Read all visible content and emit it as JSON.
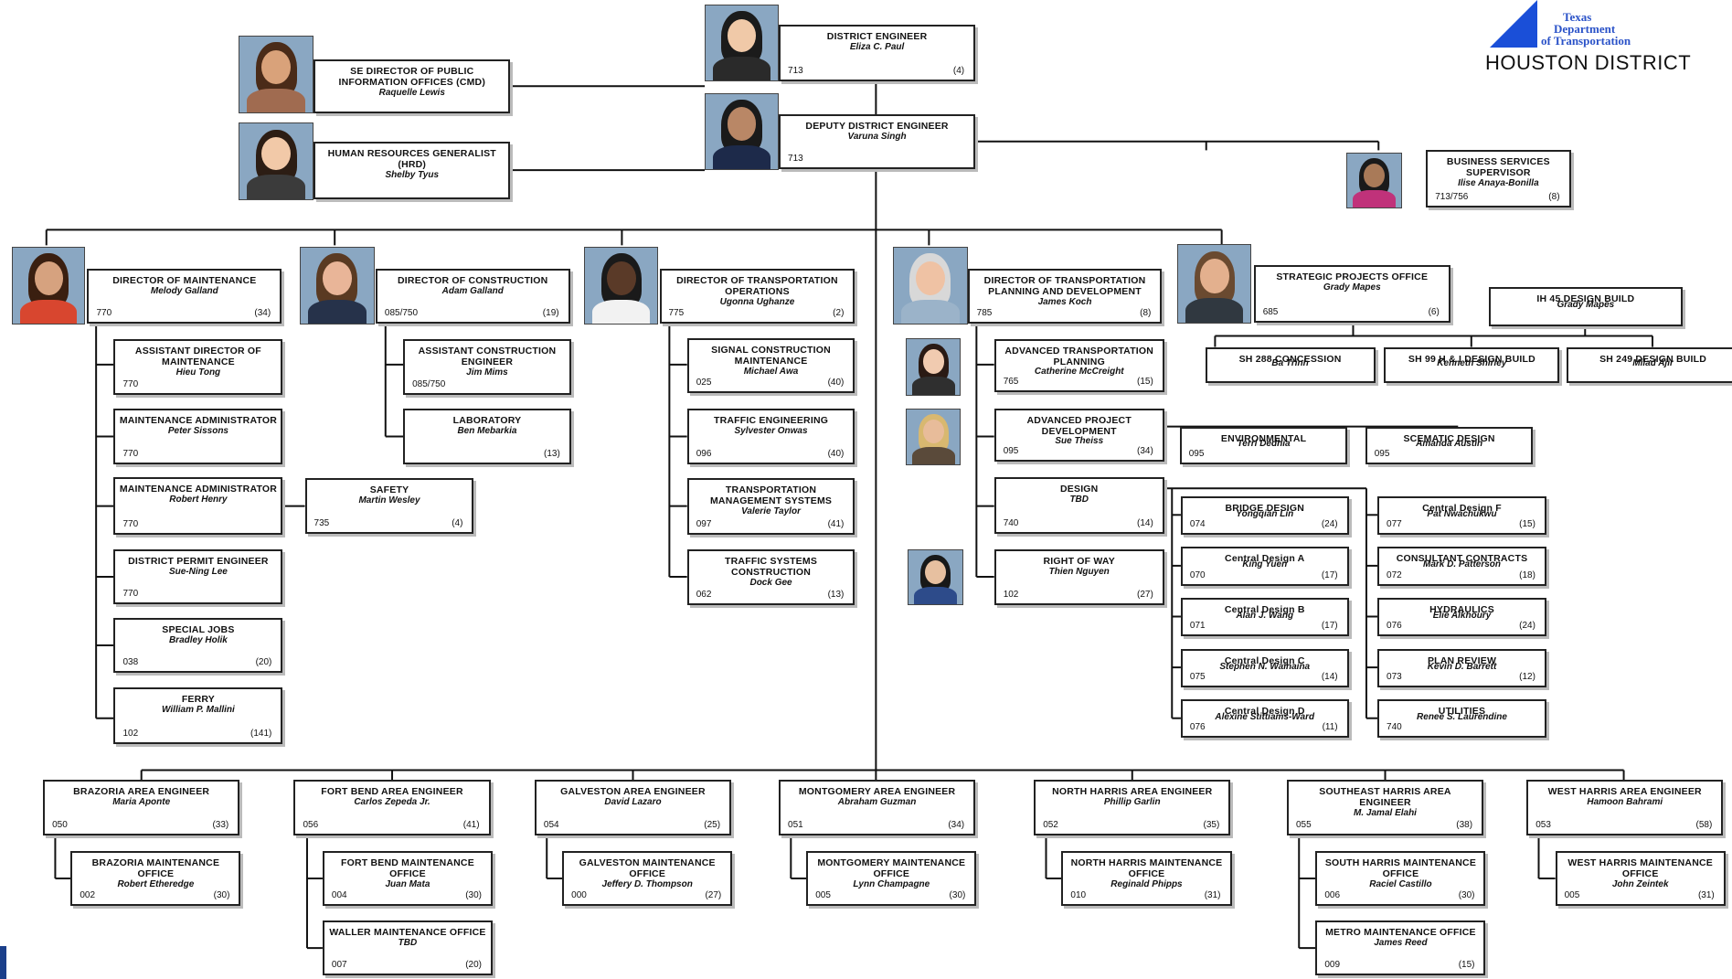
{
  "header": {
    "logo_line1": "Texas",
    "logo_line2": "Department",
    "logo_line3": "of Transportation",
    "district": "HOUSTON DISTRICT"
  },
  "colors": {
    "line": "#111111",
    "logo_blue": "#1a4fd8",
    "box_border": "#222222"
  },
  "boxes": {
    "de": {
      "title": "DISTRICT ENGINEER",
      "name": "Eliza C. Paul",
      "code": "713",
      "count": "(4)"
    },
    "pio": {
      "title": "SE DIRECTOR OF PUBLIC INFORMATION OFFICES (CMD)",
      "name": "Raquelle Lewis",
      "code": "",
      "count": ""
    },
    "hr": {
      "title": "HUMAN RESOURCES GENERALIST (HRD)",
      "name": "Shelby Tyus",
      "code": "",
      "count": ""
    },
    "dde": {
      "title": "DEPUTY DISTRICT ENGINEER",
      "name": "Varuna Singh",
      "code": "713",
      "count": ""
    },
    "bss": {
      "title": "BUSINESS SERVICES SUPERVISOR",
      "name": "Ilise Anaya-Bonilla",
      "code": "713/756",
      "count": "(8)"
    },
    "dm": {
      "title": "DIRECTOR OF MAINTENANCE",
      "name": "Melody Galland",
      "code": "770",
      "count": "(34)"
    },
    "dc": {
      "title": "DIRECTOR OF CONSTRUCTION",
      "name": "Adam Galland",
      "code": "085/750",
      "count": "(19)"
    },
    "dto": {
      "title": "DIRECTOR OF TRANSPORTATION OPERATIONS",
      "name": "Ugonna Ughanze",
      "code": "775",
      "count": "(2)"
    },
    "dtp": {
      "title": "DIRECTOR OF TRANSPORTATION PLANNING AND DEVELOPMENT",
      "name": "James Koch",
      "code": "785",
      "count": "(8)"
    },
    "spo": {
      "title": "STRATEGIC PROJECTS OFFICE",
      "name": "Grady Mapes",
      "code": "685",
      "count": "(6)"
    },
    "ih45": {
      "title": "IH 45 DESIGN BUILD",
      "name": "Grady Mapes",
      "code": "",
      "count": ""
    },
    "sh288": {
      "title": "SH 288 CONCESSION",
      "name": "Ba Trinh",
      "code": "",
      "count": ""
    },
    "sh99": {
      "title": "SH 99 H & I DESIGN BUILD",
      "name": "Kenneth Shirley",
      "code": "",
      "count": ""
    },
    "sh249": {
      "title": "SH 249 DESIGN BUILD",
      "name": "Milad Ajir",
      "code": "",
      "count": ""
    },
    "adm": {
      "title": "ASSISTANT DIRECTOR OF MAINTENANCE",
      "name": "Hieu Tong",
      "code": "770",
      "count": ""
    },
    "ma1": {
      "title": "MAINTENANCE ADMINISTRATOR",
      "name": "Peter Sissons",
      "code": "770",
      "count": ""
    },
    "ma2": {
      "title": "MAINTENANCE ADMINISTRATOR",
      "name": "Robert Henry",
      "code": "770",
      "count": ""
    },
    "safety": {
      "title": "SAFETY",
      "name": "Martin Wesley",
      "code": "735",
      "count": "(4)"
    },
    "dpe": {
      "title": "DISTRICT PERMIT ENGINEER",
      "name": "Sue-Ning Lee",
      "code": "770",
      "count": ""
    },
    "sj": {
      "title": "SPECIAL JOBS",
      "name": "Bradley Holik",
      "code": "038",
      "count": "(20)"
    },
    "ferry": {
      "title": "FERRY",
      "name": "William P. Mallini",
      "code": "102",
      "count": "(141)"
    },
    "ace": {
      "title": "ASSISTANT CONSTRUCTION ENGINEER",
      "name": "Jim Mims",
      "code": "085/750",
      "count": ""
    },
    "lab": {
      "title": "LABORATORY",
      "name": "Ben Mebarkia",
      "code": "",
      "count": "(13)"
    },
    "scm": {
      "title": "SIGNAL CONSTRUCTION MAINTENANCE",
      "name": "Michael Awa",
      "code": "025",
      "count": "(40)"
    },
    "te": {
      "title": "TRAFFIC ENGINEERING",
      "name": "Sylvester Onwas",
      "code": "096",
      "count": "(40)"
    },
    "tms": {
      "title": "TRANSPORTATION MANAGEMENT SYSTEMS",
      "name": "Valerie Taylor",
      "code": "097",
      "count": "(41)"
    },
    "tsc": {
      "title": "TRAFFIC SYSTEMS CONSTRUCTION",
      "name": "Dock Gee",
      "code": "062",
      "count": "(13)"
    },
    "atp": {
      "title": "ADVANCED TRANSPORTATION PLANNING",
      "name": "Catherine McCreight",
      "code": "765",
      "count": "(15)"
    },
    "apd": {
      "title": "ADVANCED PROJECT DEVELOPMENT",
      "name": "Sue Theiss",
      "code": "095",
      "count": "(34)"
    },
    "env": {
      "title": "ENVIRONMENTAL",
      "name": "Terri Dedhia",
      "code": "095",
      "count": ""
    },
    "sch": {
      "title": "SCEMATIC DESIGN",
      "name": "Amanda Austin",
      "code": "095",
      "count": ""
    },
    "design": {
      "title": "DESIGN",
      "name": "TBD",
      "code": "740",
      "count": "(14)"
    },
    "row": {
      "title": "RIGHT OF WAY",
      "name": "Thien Nguyen",
      "code": "102",
      "count": "(27)"
    },
    "bd": {
      "title": "BRIDGE DESIGN",
      "name": "Yongqian Lin",
      "code": "074",
      "count": "(24)"
    },
    "cda": {
      "title": "Central Design A",
      "name": "King Yuen",
      "code": "070",
      "count": "(17)"
    },
    "cdb": {
      "title": "Central Design B",
      "name": "Alan J. Wang",
      "code": "071",
      "count": "(17)"
    },
    "cdc": {
      "title": "Central Design C",
      "name": "Stephen N. Wainaina",
      "code": "075",
      "count": "(14)"
    },
    "cdd": {
      "title": "Central Design D",
      "name": "Alexine Stittiams-Ward",
      "code": "076",
      "count": "(11)"
    },
    "cdf": {
      "title": "Central Design F",
      "name": "Pat Nwachukwu",
      "code": "077",
      "count": "(15)"
    },
    "cc": {
      "title": "CONSULTANT CONTRACTS",
      "name": "Mark D. Patterson",
      "code": "072",
      "count": "(18)"
    },
    "hyd": {
      "title": "HYDRAULICS",
      "name": "Elie Alkhoury",
      "code": "076",
      "count": "(24)"
    },
    "pr": {
      "title": "PLAN REVIEW",
      "name": "Kevin D. Barrett",
      "code": "073",
      "count": "(12)"
    },
    "util": {
      "title": "UTILITIES",
      "name": "Renee S. Laurendine",
      "code": "740",
      "count": ""
    },
    "brz": {
      "title": "BRAZORIA AREA ENGINEER",
      "name": "Maria Aponte",
      "code": "050",
      "count": "(33)"
    },
    "fb": {
      "title": "FORT BEND AREA ENGINEER",
      "name": "Carlos Zepeda Jr.",
      "code": "056",
      "count": "(41)"
    },
    "gal": {
      "title": "GALVESTON AREA ENGINEER",
      "name": "David Lazaro",
      "code": "054",
      "count": "(25)"
    },
    "mon": {
      "title": "MONTGOMERY AREA ENGINEER",
      "name": "Abraham Guzman",
      "code": "051",
      "count": "(34)"
    },
    "nh": {
      "title": "NORTH HARRIS AREA ENGINEER",
      "name": "Phillip Garlin",
      "code": "052",
      "count": "(35)"
    },
    "seh": {
      "title": "SOUTHEAST HARRIS AREA ENGINEER",
      "name": "M. Jamal Elahi",
      "code": "055",
      "count": "(38)"
    },
    "wh": {
      "title": "WEST HARRIS AREA ENGINEER",
      "name": "Hamoon Bahrami",
      "code": "053",
      "count": "(58)"
    },
    "brzm": {
      "title": "BRAZORIA MAINTENANCE OFFICE",
      "name": "Robert Etheredge",
      "code": "002",
      "count": "(30)"
    },
    "fbm": {
      "title": "FORT BEND MAINTENANCE OFFICE",
      "name": "Juan Mata",
      "code": "004",
      "count": "(30)"
    },
    "wal": {
      "title": "WALLER MAINTENANCE OFFICE",
      "name": "TBD",
      "code": "007",
      "count": "(20)"
    },
    "galm": {
      "title": "GALVESTON MAINTENANCE OFFICE",
      "name": "Jeffery D. Thompson",
      "code": "000",
      "count": "(27)"
    },
    "monm": {
      "title": "MONTGOMERY MAINTENANCE OFFICE",
      "name": "Lynn Champagne",
      "code": "005",
      "count": "(30)"
    },
    "nhm": {
      "title": "NORTH HARRIS MAINTENANCE OFFICE",
      "name": "Reginald Phipps",
      "code": "010",
      "count": "(31)"
    },
    "shm": {
      "title": "SOUTH HARRIS MAINTENANCE OFFICE",
      "name": "Raciel Castillo",
      "code": "006",
      "count": "(30)"
    },
    "metro": {
      "title": "METRO MAINTENANCE OFFICE",
      "name": "James Reed",
      "code": "009",
      "count": "(15)"
    },
    "whm": {
      "title": "WEST HARRIS MAINTENANCE OFFICE",
      "name": "John Zeintek",
      "code": "005",
      "count": "(31)"
    }
  }
}
